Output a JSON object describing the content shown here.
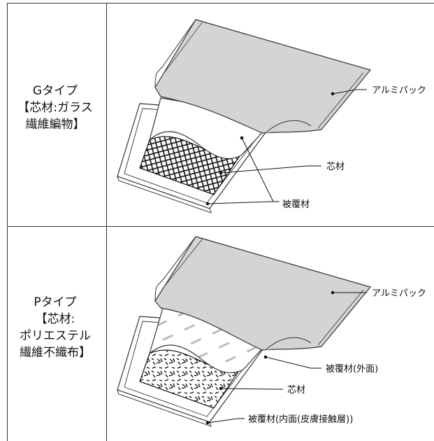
{
  "rows": [
    {
      "type_lines": [
        "Gタイプ",
        "【芯材:ガラス",
        "繊維編物】"
      ],
      "callouts": {
        "pack": "アルミパック",
        "core": "芯材",
        "cover": "被覆材"
      }
    },
    {
      "type_lines": [
        "Pタイプ",
        "【芯材:",
        "ポリエステル",
        "繊維不織布】"
      ],
      "callouts": {
        "pack": "アルミパック",
        "cover_outer": "被覆材(外面)",
        "core": "芯材",
        "cover_inner": "被覆材(内面(皮膚接触層))"
      }
    }
  ],
  "colors": {
    "pack": "#d6d6d6",
    "border": "#333333",
    "core_fill": "#ffffff"
  }
}
